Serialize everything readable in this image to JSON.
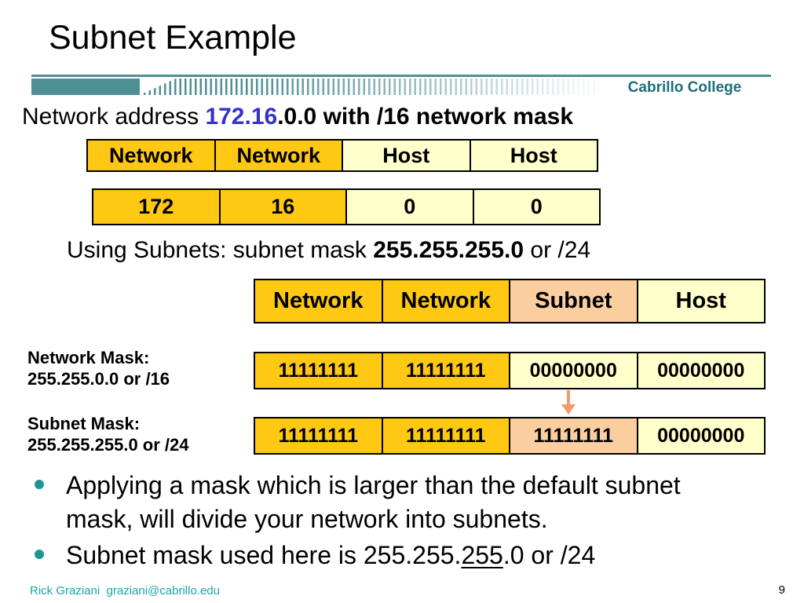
{
  "slide": {
    "title": "Subnet Example",
    "logo_text": "Cabrillo College",
    "intro": {
      "prefix": "Network address ",
      "highlight": "172.16",
      "suffix": ".0.0 with /16 network mask"
    },
    "octet_table": {
      "headers": [
        "Network",
        "Network",
        "Host",
        "Host"
      ],
      "values": [
        "172",
        "16",
        "0",
        "0"
      ]
    },
    "subnet_line": {
      "prefix": "Using Subnets: subnet mask ",
      "bold": "255.255.255.0",
      "suffix": " or /24"
    },
    "subnet_table": {
      "headers": [
        "Network",
        "Network",
        "Subnet",
        "Host"
      ]
    },
    "network_mask": {
      "label_line1": "Network Mask:",
      "label_line2": "255.255.0.0 or /16",
      "bits": [
        "11111111",
        "11111111",
        "00000000",
        "00000000"
      ]
    },
    "subnet_mask": {
      "label_line1": "Subnet Mask:",
      "label_line2": "255.255.255.0 or /24",
      "bits": [
        "11111111",
        "11111111",
        "11111111",
        "00000000"
      ]
    },
    "bullets": {
      "b1_line1": "Applying a mask which is larger than the default subnet",
      "b1_line2": "mask, will divide your network into subnets.",
      "b2_prefix": "Subnet mask used here is 255.255.",
      "b2_underlined": "255",
      "b2_suffix": ".0 or /24"
    },
    "footer": {
      "author": "Rick Graziani  graziani@cabrillo.edu",
      "page": "9"
    }
  },
  "colors": {
    "gold": "#FFC813",
    "pale_yellow": "#FFFFCC",
    "peach": "#FBCEA0",
    "teal_bar": "#4E8F96",
    "logo_teal": "#19707A",
    "footer_teal": "#1BA3A8",
    "bullet_teal": "#1F9696",
    "highlight_blue": "#3333CC",
    "arrow_orange": "#EE9C6B"
  }
}
